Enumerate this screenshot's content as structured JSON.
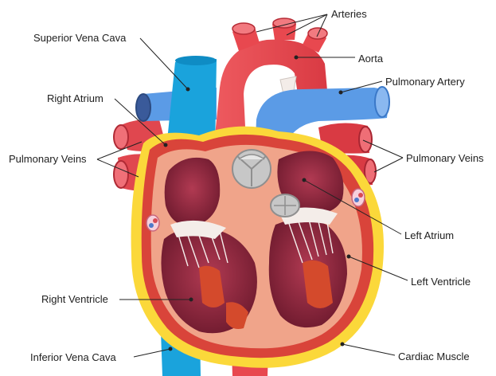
{
  "labels": {
    "arteries": "Arteries",
    "superior_vena_cava": "Superior Vena Cava",
    "aorta": "Aorta",
    "right_atrium": "Right Atrium",
    "pulmonary_artery": "Pulmonary Artery",
    "pulmonary_veins_left": "Pulmonary Veins",
    "pulmonary_veins_right": "Pulmonary Veins",
    "left_atrium": "Left Atrium",
    "left_ventricle": "Left Ventricle",
    "right_ventricle": "Right Ventricle",
    "inferior_vena_cava": "Inferior Vena Cava",
    "cardiac_muscle": "Cardiac Muscle"
  },
  "colors": {
    "vena_cava_blue": "#1aa3dc",
    "pulmonary_blue": "#5b9be6",
    "aorta_red": "#e8484f",
    "muscle_salmon": "#f0a48a",
    "fat_yellow": "#fbd83a",
    "chamber_maroon": "#8a2238",
    "valve_grey": "#d9d9d9"
  }
}
